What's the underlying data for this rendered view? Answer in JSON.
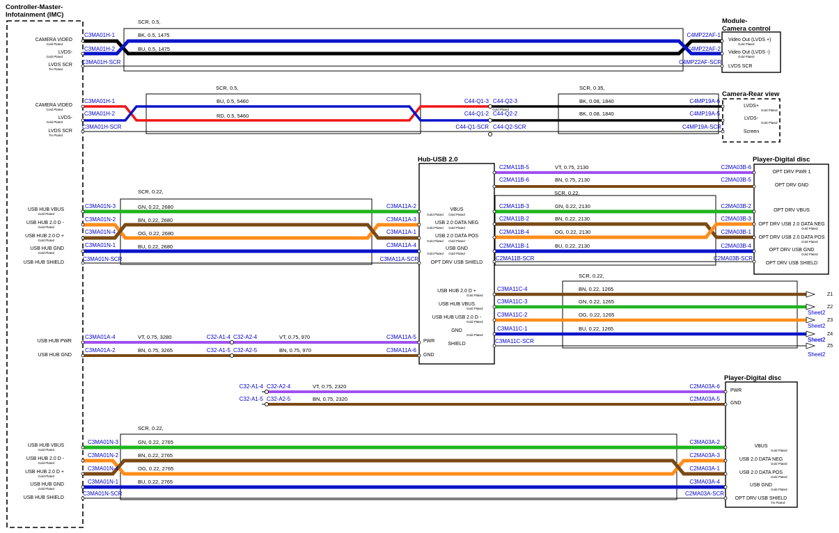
{
  "colors": {
    "BK": "#000000",
    "BU": "#0a14c8",
    "RD": "#f01414",
    "GN": "#1eb41e",
    "BN": "#7a4a14",
    "OG": "#ff8c1a",
    "VT": "#a050f0",
    "connector": "#0000cc"
  },
  "boxes": [
    {
      "id": "imc",
      "title": "Controller-Master-Infotainment (IMC)"
    },
    {
      "id": "mcc",
      "title": "Module-Camera control"
    },
    {
      "id": "crv",
      "title": "Camera-Rear view"
    },
    {
      "id": "hub",
      "title": "Hub-USB 2.0"
    },
    {
      "id": "pdd1",
      "title": "Player-Digital disc"
    },
    {
      "id": "pdd2",
      "title": "Player-Digital disc"
    }
  ],
  "sections": [
    {
      "id": "s1",
      "shield": {
        "label": "SCR, 0.5,"
      },
      "left_pins": [
        {
          "main": "CAMERA VIDEO",
          "sub": "Gold Plated"
        },
        {
          "main": "LVDS-",
          "sub": "Gold Plated"
        },
        {
          "main": "LVDS SCR",
          "sub": "Tin Plated"
        }
      ],
      "right_pins": [
        {
          "main": "Video Out (LVDS +)",
          "sub": "Gold Plated"
        },
        {
          "main": "Video Out (LVDS -)",
          "sub": "Gold Plated"
        },
        {
          "main": "LVDS SCR",
          "sub": ""
        }
      ],
      "wires": [
        {
          "spec": "BK, 0.5, 1475",
          "left_conn": "C3MA01H-1",
          "right_conn": "C4MP22AF-1"
        },
        {
          "spec": "BU, 0.5, 1475",
          "left_conn": "C3MA01H-2",
          "right_conn": "C4MP22AF-2"
        }
      ],
      "scr": {
        "left_conn": "C3MA01H-SCR",
        "right_conn": "C4MP22AF-SCR"
      }
    },
    {
      "id": "s2",
      "shield_a": {
        "label": "SCR, 0.5,"
      },
      "shield_b": {
        "label": "SCR, 0.35,"
      },
      "left_pins": [
        {
          "main": "CAMERA VIDEO",
          "sub": "Gold Plated"
        },
        {
          "main": "LVDS-",
          "sub": "Gold Plated"
        },
        {
          "main": "LVDS SCR",
          "sub": "Tin Plated"
        }
      ],
      "right_pins": [
        {
          "main": "LVDS+",
          "sub": "Gold Plated"
        },
        {
          "main": "LVDS-",
          "sub": "Gold Plated"
        },
        {
          "main": "Screen",
          "sub": ""
        }
      ],
      "wires": [
        {
          "spec_a": "BU, 0.5, 5460",
          "spec_b": "BK, 0.08, 1840",
          "left_conn": "C3MA01H-1",
          "mid_a": "C44-Q1-3",
          "mid_b": "C44-Q2-3",
          "right_conn": "C4MP19A-6"
        },
        {
          "spec_a": "RD, 0.5, 5460",
          "spec_b": "BK, 0.08, 1840",
          "left_conn": "C3MA01H-2",
          "mid_a": "C44-Q1-2",
          "mid_b": "C44-Q2-2",
          "right_conn": "C4MP19A-5"
        }
      ],
      "scr": {
        "left_conn": "C3MA01H-SCR",
        "mid_a": "C44-Q1-SCR",
        "mid_b": "C44-Q2-SCR",
        "right_conn": "C4MP19A-SCR"
      }
    },
    {
      "id": "s3",
      "shield": {
        "label": "SCR, 0.22,"
      },
      "left_pins": [
        {
          "main": "USB HUB VBUS",
          "sub": "Gold Plated"
        },
        {
          "main": "USB HUB 2.0 D -",
          "sub": "Gold Plated"
        },
        {
          "main": "USB HUB 2.0 D +",
          "sub": "Gold Plated"
        },
        {
          "main": "USB HUB GND",
          "sub": "Gold Plated"
        },
        {
          "main": "USB HUB SHIELD",
          "sub": ""
        }
      ],
      "hub_pins": [
        {
          "main": "VBUS",
          "sub_l": "Gold Plated",
          "sub_r": "Gold Plated"
        },
        {
          "main": "USB 2.0 DATA NEG",
          "sub_l": "Gold Plated",
          "sub_r": "Gold Plated"
        },
        {
          "main": "USB 2.0 DATA POS",
          "sub_l": "Gold Plated",
          "sub_r": "Gold Plated"
        },
        {
          "main": "USB GND",
          "sub_l": "Gold Plated",
          "sub_r": "Gold Plated"
        },
        {
          "main": "OPT DRV USB SHIELD",
          "sub_l": "",
          "sub_r": ""
        }
      ],
      "wires": [
        {
          "spec": "GN, 0.22, 2680",
          "left_conn": "C3MA01N-3",
          "right_conn": "C3MA11A-2"
        },
        {
          "spec": "BN, 0.22, 2680",
          "left_conn": "C3MA01N-2",
          "right_conn": "C3MA11A-3"
        },
        {
          "spec": "OG, 0.22, 2680",
          "left_conn": "C3MA01N-4",
          "right_conn": "C3MA11A-1"
        },
        {
          "spec": "BU, 0.22, 2680",
          "left_conn": "C3MA01N-1",
          "right_conn": "C3MA11A-4"
        }
      ],
      "scr": {
        "left_conn": "C3MA01N-SCR",
        "right_conn": "C3MA11A-SCR"
      }
    },
    {
      "id": "s4",
      "shield": {
        "label": "SCR, 0.22,"
      },
      "right_pins": [
        {
          "main": "OPT DRV PWR 1",
          "sub": ""
        },
        {
          "main": "OPT DRV GND",
          "sub": ""
        },
        {
          "main": "OPT DRV VBUS",
          "sub": ""
        },
        {
          "main": "OPT DRV USB 2.0 DATA NEG",
          "sub": "Gold Plated"
        },
        {
          "main": "OPT DRV USB 2.0 DATA POS",
          "sub": "Gold Plated"
        },
        {
          "main": "OPT DRV USB GND",
          "sub": "Gold Plated"
        },
        {
          "main": "OPT DRV USB SHIELD",
          "sub": ""
        }
      ],
      "pwr_wires": [
        {
          "spec": "VT, 0.75, 2130",
          "left_conn": "C2MA11B-5",
          "right_conn": "C2MA03B-6"
        },
        {
          "spec": "BN, 0.75, 2130",
          "left_conn": "C2MA11B-6",
          "right_conn": "C2MA03B-5"
        }
      ],
      "wires": [
        {
          "spec": "GN, 0.22, 2130",
          "left_conn": "C2MA11B-3",
          "right_conn": "C2MA03B-2"
        },
        {
          "spec": "BN, 0.22, 2130",
          "left_conn": "C2MA11B-2",
          "right_conn": "C2MA03B-3"
        },
        {
          "spec": "OG, 0.22, 2130",
          "left_conn": "C2MA11B-4",
          "right_conn": "C2MA03B-1"
        },
        {
          "spec": "BU, 0.22, 2130",
          "left_conn": "C2MA11B-1",
          "right_conn": "C2MA03B-4"
        }
      ],
      "scr": {
        "left_conn": "C2MA11B-SCR",
        "right_conn": "C2MA03B-SCR"
      }
    },
    {
      "id": "s5",
      "shield": {
        "label": "SCR, 0.22,"
      },
      "hub_pins": [
        {
          "main": "USB HUB 2.0 D +",
          "sub": "Gold Plated"
        },
        {
          "main": "USB HUB VBUS",
          "sub": "Gold Plated"
        },
        {
          "main": "USB HUB USB 2.0 D -",
          "sub": "Gold Plated"
        },
        {
          "main": "GND",
          "sub": "Gold Plated"
        },
        {
          "main": "SHIELD",
          "sub": ""
        }
      ],
      "wires": [
        {
          "spec": "BN, 0.22, 1265",
          "left_conn": "C3MA11C-4",
          "sheet": "",
          "z": "Z1"
        },
        {
          "spec": "GN, 0.22, 1265",
          "left_conn": "C3MA11C-3",
          "sheet": "Sheet2",
          "z": "Z2"
        },
        {
          "spec": "OG, 0.22, 1265",
          "left_conn": "C3MA11C-2",
          "sheet": "Sheet2",
          "z": "Z3"
        },
        {
          "spec": "BU, 0.22, 1265",
          "left_conn": "C3MA11C-1",
          "sheet": "Sheet2",
          "z": "Z4"
        }
      ],
      "scr": {
        "left_conn": "C3MA11C-SCR",
        "sheet": "Sheet2",
        "z": "Z5"
      },
      "extra_sheet": "Sheet2"
    },
    {
      "id": "s6",
      "left_pins": [
        {
          "main": "USB HUB PWR",
          "sub": ""
        },
        {
          "main": "USB HUB GND",
          "sub": ""
        }
      ],
      "hub_pins": [
        {
          "main": "PWR",
          "sub": ""
        },
        {
          "main": "GND",
          "sub": ""
        }
      ],
      "wires": [
        {
          "spec_a": "VT, 0.75, 3280",
          "spec_b": "VT, 0.75, 970",
          "left_conn": "C3MA01A-4",
          "mid_a": "C32-A1-4",
          "mid_b": "C32-A2-4",
          "right_conn": "C3MA11A-5"
        },
        {
          "spec_a": "BN, 0.75, 3265",
          "spec_b": "BN, 0.75, 970",
          "left_conn": "C3MA01A-2",
          "mid_a": "C32-A1-5",
          "mid_b": "C32-A2-5",
          "right_conn": "C3MA11A-6"
        }
      ]
    },
    {
      "id": "s7",
      "right_pins": [
        {
          "main": "PWR",
          "sub": ""
        },
        {
          "main": "GND",
          "sub": ""
        }
      ],
      "wires": [
        {
          "spec": "VT, 0.75, 2320",
          "mid_a": "C32-A1-4",
          "mid_b": "C32-A2-4",
          "right_conn": "C2MA03A-6"
        },
        {
          "spec": "BN, 0.75, 2320",
          "mid_a": "C32-A1-5",
          "mid_b": "C32-A2-5",
          "right_conn": "C2MA03A-5"
        }
      ]
    },
    {
      "id": "s8",
      "shield": {
        "label": "SCR, 0.22,"
      },
      "left_pins": [
        {
          "main": "USB HUB VBUS",
          "sub": "Gold Plated"
        },
        {
          "main": "USB HUB 2.0 D -",
          "sub": "Gold Plated"
        },
        {
          "main": "USB HUB 2.0 D +",
          "sub": "Gold Plated"
        },
        {
          "main": "USB HUB GND",
          "sub": "Gold Plated"
        },
        {
          "main": "USB HUB SHIELD",
          "sub": ""
        }
      ],
      "right_pins": [
        {
          "main": "VBUS",
          "sub": "Gold Plated"
        },
        {
          "main": "USB 2.0 DATA NEG",
          "sub": "Gold Plated"
        },
        {
          "main": "USB 2.0 DATA POS",
          "sub": "Gold Plated"
        },
        {
          "main": "USB GND",
          "sub": "Gold Plated"
        },
        {
          "main": "OPT DRV USB SHIELD",
          "sub": "Tin Plated"
        }
      ],
      "wires": [
        {
          "spec": "GN, 0.22, 2765",
          "left_conn": "C3MA01N-3",
          "right_conn": "C3MA03A-2"
        },
        {
          "spec": "BN, 0.22, 2765",
          "left_conn": "C3MA01N-2",
          "right_conn": "C2MA03A-3"
        },
        {
          "spec": "OG, 0.22, 2765",
          "left_conn": "C3MA01N-4",
          "right_conn": "C2MA03A-1"
        },
        {
          "spec": "BU, 0.22, 2765",
          "left_conn": "C3MA01N-1",
          "right_conn": "C3MA03A-4"
        }
      ],
      "scr": {
        "left_conn": "C3MA01N-SCR",
        "right_conn": "C2MA03A-SCR"
      }
    }
  ]
}
